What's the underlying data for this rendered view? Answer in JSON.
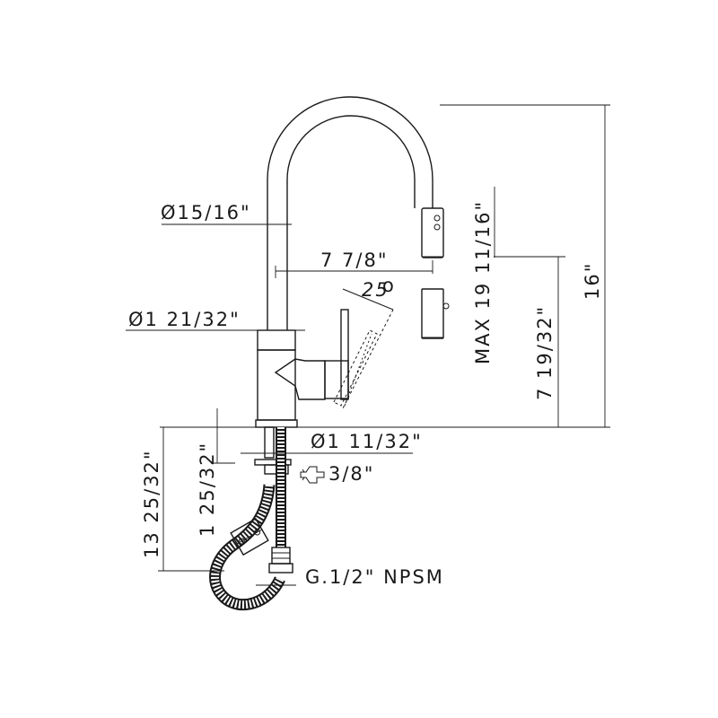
{
  "dimensions": {
    "spout_diameter": "Ø15/16\"",
    "spout_reach": "7 7/8\"",
    "handle_angle": "25",
    "angle_unit": "o",
    "body_diameter": "Ø1 21/32\"",
    "shank_diameter": "Ø1 11/32\"",
    "wrench_size": "3/8\"",
    "connection": "G.1/2\" NPSM",
    "max_height": "MAX 19 11/16\"",
    "aerator_height": "7 19/32\"",
    "total_height": "16\"",
    "shank_length": "1 25/32\"",
    "hose_length": "13 25/32\""
  },
  "icons": {
    "wrench": "wrench-icon"
  },
  "colors": {
    "line": "#1a1a1a",
    "background": "#ffffff"
  }
}
